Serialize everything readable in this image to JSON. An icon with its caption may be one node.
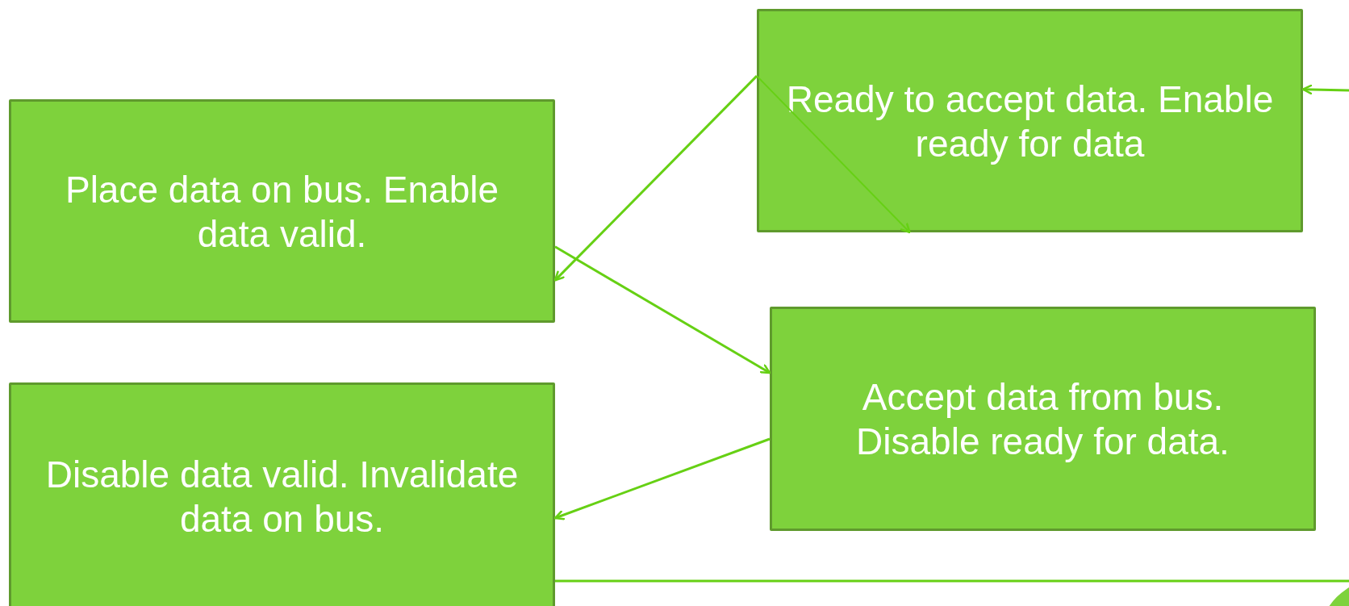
{
  "diagram": {
    "nodes": [
      {
        "text": [
          "Place data on bus. Enable data valid."
        ]
      },
      {
        "text": [
          "Ready to accept data. Enable ready for data"
        ]
      },
      {
        "text": [
          "Accept data from bus. Disable ready for data."
        ]
      },
      {
        "text": [
          "Disable data valid. Invalidate data on bus."
        ]
      },
      {
        "text": [],
        "shape": "circle"
      }
    ],
    "edges": [
      {
        "from": 1,
        "to": 0,
        "arrow": "to"
      },
      {
        "from": 1,
        "to": 1,
        "arrow": "to"
      },
      {
        "from": 0,
        "to": 2,
        "arrow": "to"
      },
      {
        "from": 2,
        "to": 3,
        "arrow": "to"
      },
      {
        "from": 3,
        "to": 4,
        "arrow": "none"
      },
      {
        "from": null,
        "to": 1,
        "arrow": "to"
      }
    ]
  }
}
